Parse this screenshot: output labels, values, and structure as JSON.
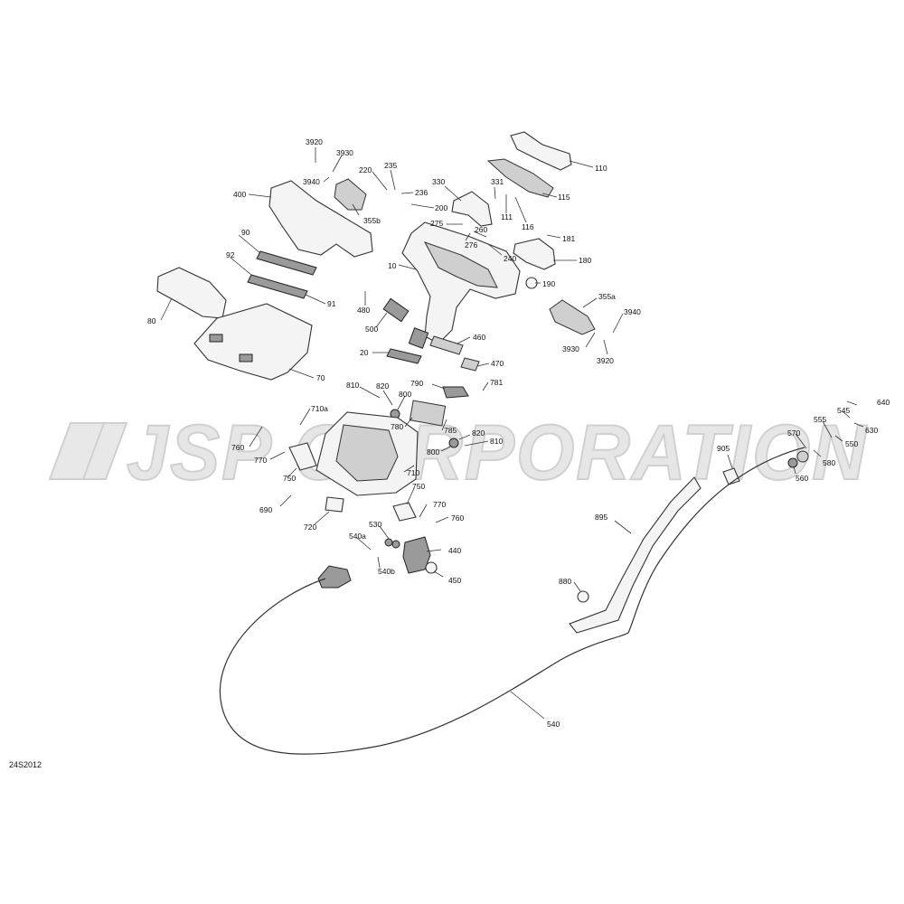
{
  "watermark": {
    "text": "JSP CORPORATION"
  },
  "diagram_code": "24S2012",
  "callouts": [
    {
      "id": "c3920a",
      "label": "3920"
    },
    {
      "id": "c3930a",
      "label": "3930"
    },
    {
      "id": "c3940a",
      "label": "3940"
    },
    {
      "id": "c400",
      "label": "400"
    },
    {
      "id": "c90",
      "label": "90"
    },
    {
      "id": "c92",
      "label": "92"
    },
    {
      "id": "c91",
      "label": "91"
    },
    {
      "id": "c80",
      "label": "80"
    },
    {
      "id": "c70",
      "label": "70"
    },
    {
      "id": "c220",
      "label": "220"
    },
    {
      "id": "c235",
      "label": "235"
    },
    {
      "id": "c236",
      "label": "236"
    },
    {
      "id": "c355b",
      "label": "355b"
    },
    {
      "id": "c200",
      "label": "200"
    },
    {
      "id": "c330",
      "label": "330"
    },
    {
      "id": "c331",
      "label": "331"
    },
    {
      "id": "c275",
      "label": "275"
    },
    {
      "id": "c260",
      "label": "260"
    },
    {
      "id": "c276",
      "label": "276"
    },
    {
      "id": "c240",
      "label": "240"
    },
    {
      "id": "c110",
      "label": "110"
    },
    {
      "id": "c115",
      "label": "115"
    },
    {
      "id": "c111",
      "label": "111"
    },
    {
      "id": "c116",
      "label": "116"
    },
    {
      "id": "c181",
      "label": "181"
    },
    {
      "id": "c180",
      "label": "180"
    },
    {
      "id": "c10",
      "label": "10"
    },
    {
      "id": "c190",
      "label": "190"
    },
    {
      "id": "c355a",
      "label": "355a"
    },
    {
      "id": "c3940b",
      "label": "3940"
    },
    {
      "id": "c3930b",
      "label": "3930"
    },
    {
      "id": "c3920b",
      "label": "3920"
    },
    {
      "id": "c480",
      "label": "480"
    },
    {
      "id": "c500",
      "label": "500"
    },
    {
      "id": "c460",
      "label": "460"
    },
    {
      "id": "c20",
      "label": "20"
    },
    {
      "id": "c470",
      "label": "470"
    },
    {
      "id": "c810a",
      "label": "810"
    },
    {
      "id": "c820a",
      "label": "820"
    },
    {
      "id": "c800a",
      "label": "800"
    },
    {
      "id": "c790",
      "label": "790"
    },
    {
      "id": "c781",
      "label": "781"
    },
    {
      "id": "c710a",
      "label": "710a"
    },
    {
      "id": "c780",
      "label": "780"
    },
    {
      "id": "c785",
      "label": "785"
    },
    {
      "id": "c820b",
      "label": "820"
    },
    {
      "id": "c810b",
      "label": "810"
    },
    {
      "id": "c800b",
      "label": "800"
    },
    {
      "id": "c760a",
      "label": "760"
    },
    {
      "id": "c770a",
      "label": "770"
    },
    {
      "id": "c750a",
      "label": "750"
    },
    {
      "id": "c710",
      "label": "710"
    },
    {
      "id": "c690",
      "label": "690"
    },
    {
      "id": "c720",
      "label": "720"
    },
    {
      "id": "c750b",
      "label": "750"
    },
    {
      "id": "c770b",
      "label": "770"
    },
    {
      "id": "c760b",
      "label": "760"
    },
    {
      "id": "c530",
      "label": "530"
    },
    {
      "id": "c540a",
      "label": "540a"
    },
    {
      "id": "c540b",
      "label": "540b"
    },
    {
      "id": "c440",
      "label": "440"
    },
    {
      "id": "c450",
      "label": "450"
    },
    {
      "id": "c640",
      "label": "640"
    },
    {
      "id": "c545",
      "label": "545"
    },
    {
      "id": "c555",
      "label": "555"
    },
    {
      "id": "c630",
      "label": "630"
    },
    {
      "id": "c570",
      "label": "570"
    },
    {
      "id": "c550",
      "label": "550"
    },
    {
      "id": "c905",
      "label": "905"
    },
    {
      "id": "c580",
      "label": "580"
    },
    {
      "id": "c560",
      "label": "560"
    },
    {
      "id": "c895",
      "label": "895"
    },
    {
      "id": "c880",
      "label": "880"
    },
    {
      "id": "c540",
      "label": "540"
    }
  ]
}
